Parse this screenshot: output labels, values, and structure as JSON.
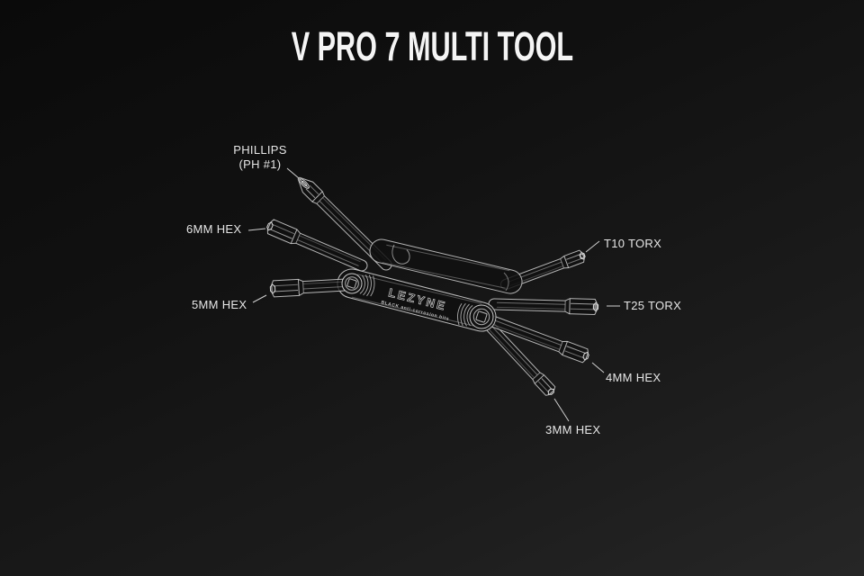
{
  "title": "V PRO 7 MULTI TOOL",
  "illustration": {
    "brand": "LEZYNE",
    "tagline": "BLACK anti-corrosion bits"
  },
  "labels": {
    "phillips": {
      "line1": "PHILLIPS",
      "line2": "(PH #1)"
    },
    "hex6": "6MM HEX",
    "hex5": "5MM HEX",
    "t10": "T10 TORX",
    "t25": "T25 TORX",
    "hex4": "4MM HEX",
    "hex3": "3MM HEX"
  },
  "colors": {
    "background_top": "#0a0a0a",
    "background_bottom": "#262626",
    "line": "#b4b4b4",
    "line_bright": "#d8d8d8",
    "label_text": "#e6e6e6",
    "title_text": "#f5f5f5"
  }
}
